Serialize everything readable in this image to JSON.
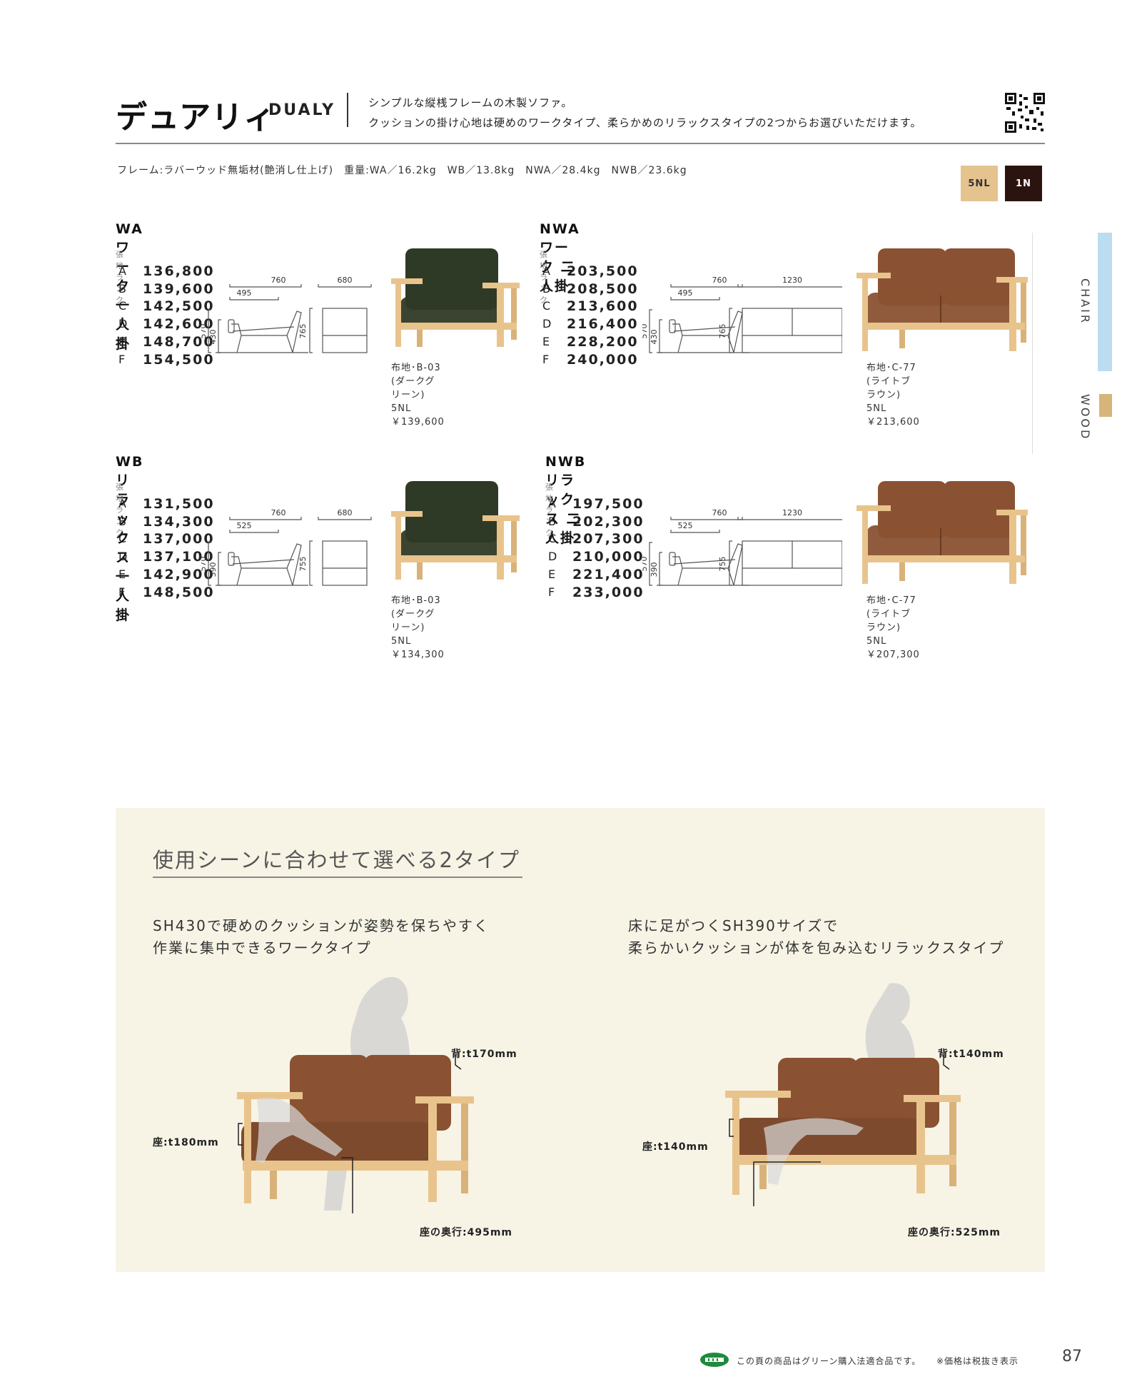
{
  "header": {
    "title_jp": "デュアリィ",
    "title_en": "DUALY",
    "desc_line1": "シンプルな縦桟フレームの木製ソファ。",
    "desc_line2": "クッションの掛け心地は硬めのワークタイプ、柔らかめのリラックスタイプの2つからお選びいただけます。",
    "spec": "フレーム:ラバーウッド無垢材(艶消し仕上げ)　重量:WA／16.2kg　WB／13.8kg　NWA／28.4kg　NWB／23.6kg"
  },
  "swatches": [
    {
      "label": "5NL",
      "color": "#e5c38f"
    },
    {
      "label": "1N",
      "color": "#2b1410"
    }
  ],
  "side_tabs": {
    "chair": "CHAIR",
    "wood": "WOOD"
  },
  "rank_label": "張地ランク",
  "products": [
    {
      "title": "WA ワーク 一人掛",
      "prices": [
        [
          "A",
          "136,800"
        ],
        [
          "B",
          "139,600"
        ],
        [
          "C",
          "142,500"
        ],
        [
          "D",
          "142,600"
        ],
        [
          "E",
          "148,700"
        ],
        [
          "F",
          "154,500"
        ]
      ],
      "dims": {
        "width_side": "760",
        "seat_depth": "495",
        "width_front": "680",
        "height": "765",
        "arm": "570",
        "seat": "430"
      },
      "caption1": "布地･B-03 (ダークグリーン)",
      "caption2": "5NL　￥139,600",
      "fabric_color": "#2f3a26"
    },
    {
      "title": "NWA ワーク 二人掛",
      "prices": [
        [
          "A",
          "203,500"
        ],
        [
          "B",
          "208,500"
        ],
        [
          "C",
          "213,600"
        ],
        [
          "D",
          "216,400"
        ],
        [
          "E",
          "228,200"
        ],
        [
          "F",
          "240,000"
        ]
      ],
      "dims": {
        "width_side": "760",
        "seat_depth": "495",
        "width_front": "1230",
        "height": "765",
        "arm": "570",
        "seat": "430"
      },
      "caption1": "布地･C-77 (ライトブラウン)",
      "caption2": "5NL　￥213,600",
      "fabric_color": "#8a5232"
    },
    {
      "title": "WB リラックス 一人掛",
      "prices": [
        [
          "A",
          "131,500"
        ],
        [
          "B",
          "134,300"
        ],
        [
          "C",
          "137,000"
        ],
        [
          "D",
          "137,100"
        ],
        [
          "E",
          "142,900"
        ],
        [
          "F",
          "148,500"
        ]
      ],
      "dims": {
        "width_side": "760",
        "seat_depth": "525",
        "width_front": "680",
        "height": "755",
        "arm": "570",
        "seat": "390"
      },
      "caption1": "布地･B-03 (ダークグリーン)",
      "caption2": "5NL　￥134,300",
      "fabric_color": "#2f3a26"
    },
    {
      "title": "NWB リラックス 二人掛",
      "prices": [
        [
          "A",
          "197,500"
        ],
        [
          "B",
          "202,300"
        ],
        [
          "C",
          "207,300"
        ],
        [
          "D",
          "210,000"
        ],
        [
          "E",
          "221,400"
        ],
        [
          "F",
          "233,000"
        ]
      ],
      "dims": {
        "width_side": "760",
        "seat_depth": "525",
        "width_front": "1230",
        "height": "755",
        "arm": "570",
        "seat": "390"
      },
      "caption1": "布地･C-77 (ライトブラウン)",
      "caption2": "5NL　￥207,300",
      "fabric_color": "#8a5232"
    }
  ],
  "panel": {
    "title": "使用シーンに合わせて選べる2タイプ",
    "left_text1": "SH430で硬めのクッションが姿勢を保ちやすく",
    "left_text2": "作業に集中できるワークタイプ",
    "right_text1": "床に足がつくSH390サイズで",
    "right_text2": "柔らかいクッションが体を包み込むリラックスタイプ",
    "left_back": "背:t170mm",
    "left_seat": "座:t180mm",
    "left_depth": "座の奥行:495mm",
    "right_back": "背:t140mm",
    "right_seat": "座:t140mm",
    "right_depth": "座の奥行:525mm"
  },
  "footer": {
    "green_text": "この頁の商品はグリーン購入法適合品です。",
    "tax_note": "※価格は税抜き表示",
    "page_number": "87"
  }
}
